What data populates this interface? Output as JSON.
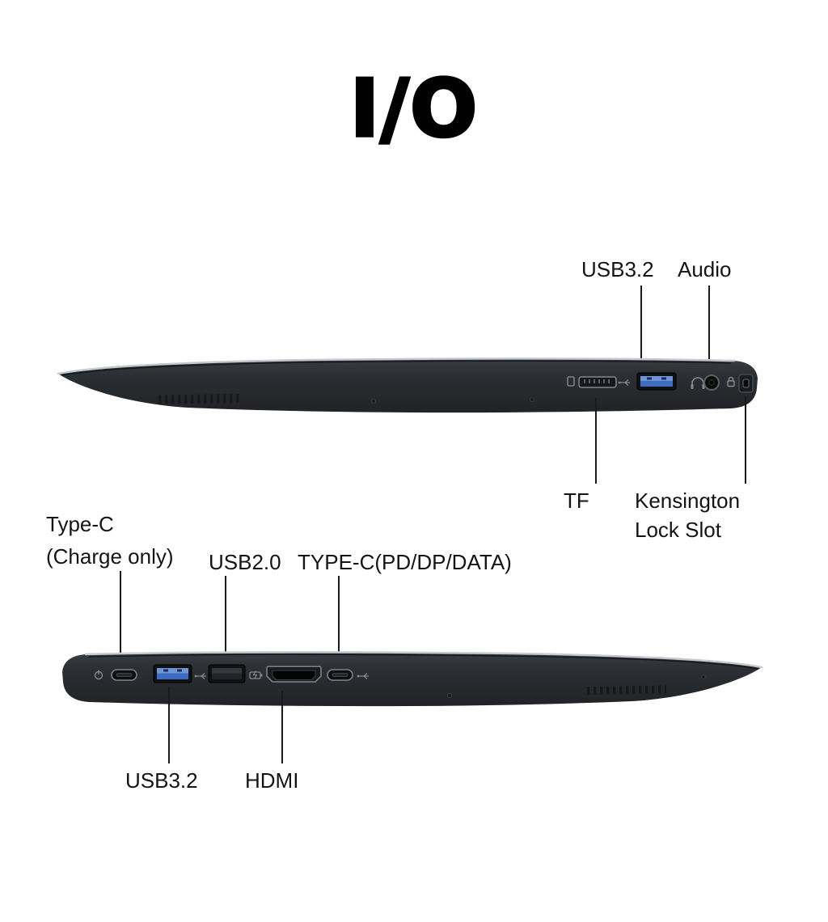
{
  "title": "I/O",
  "colors": {
    "background": "#ffffff",
    "label_text": "#141414",
    "laptop_body_dark": "#2a2d31",
    "laptop_edge_highlight": "#c6cad0",
    "usb_blue": "#3e6cc0",
    "leader_line": "#1a1a1a"
  },
  "right_side_view": {
    "labels_above": {
      "usb32": "USB3.2",
      "audio": "Audio"
    },
    "labels_below": {
      "tf": "TF",
      "kensington_line1": "Kensington",
      "kensington_line2": "Lock Slot"
    },
    "ports": [
      "tf-card-slot",
      "usb3.2-type-a-port",
      "audio-jack",
      "kensington-lock-slot"
    ]
  },
  "left_side_view": {
    "labels_above": {
      "typec_charge_line1": "Type-C",
      "typec_charge_line2": "(Charge only)",
      "usb20": "USB2.0",
      "typec_pd": "TYPE-C(PD/DP/DATA)"
    },
    "labels_below": {
      "usb32": "USB3.2",
      "hdmi": "HDMI"
    },
    "ports": [
      "type-c-charge-only-port",
      "usb3.2-type-a-port",
      "usb2.0-type-a-port",
      "hdmi-port",
      "type-c-pd-dp-data-port"
    ]
  }
}
